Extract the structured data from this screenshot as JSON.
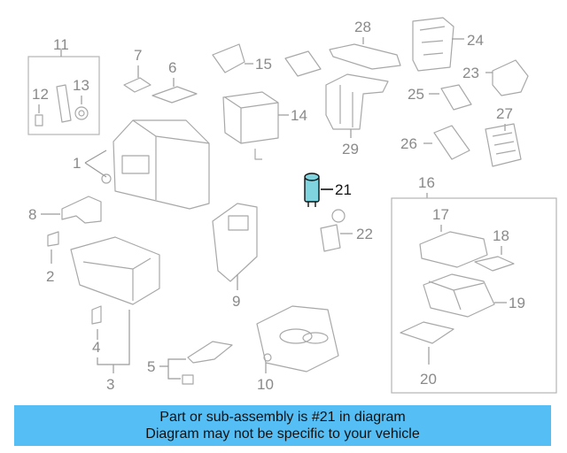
{
  "diagram": {
    "highlight_color": "#7fd4e0",
    "callouts": {
      "n1": "1",
      "n2": "2",
      "n3": "3",
      "n4": "4",
      "n5": "5",
      "n6": "6",
      "n7": "7",
      "n8": "8",
      "n9": "9",
      "n10": "10",
      "n11": "11",
      "n12": "12",
      "n13": "13",
      "n14": "14",
      "n15": "15",
      "n16": "16",
      "n17": "17",
      "n18": "18",
      "n19": "19",
      "n20": "20",
      "n21": "21",
      "n22": "22",
      "n23": "23",
      "n24": "24",
      "n25": "25",
      "n26": "26",
      "n27": "27",
      "n28": "28",
      "n29": "29"
    },
    "highlighted_part": "21"
  },
  "banner": {
    "background": "#55bff5",
    "line1": "Part or sub-assembly is #21 in diagram",
    "line2": "Diagram may not be specific to your vehicle"
  }
}
